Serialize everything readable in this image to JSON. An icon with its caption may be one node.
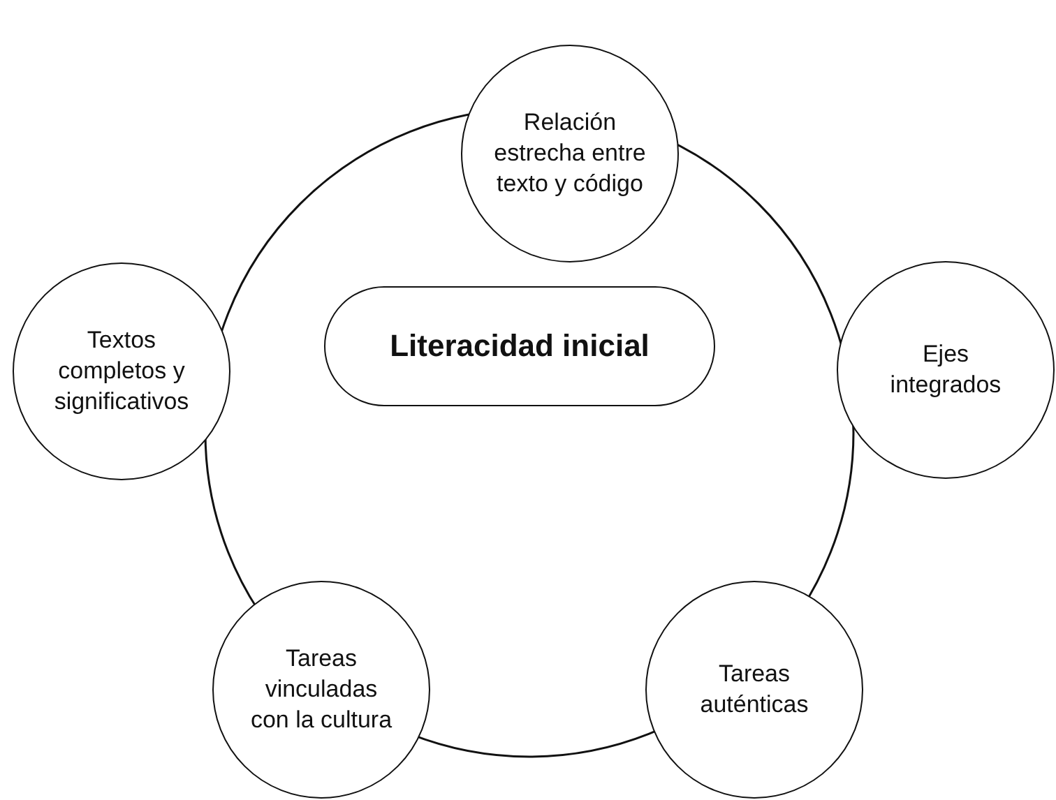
{
  "diagram": {
    "nodes": [
      {
        "text": [
          "Literacidad inicial"
        ]
      },
      {
        "text": [
          "Relación estrecha entre texto y código"
        ]
      },
      {
        "text": [
          "Ejes integrados"
        ]
      },
      {
        "text": [
          "Tareas auténticas"
        ]
      },
      {
        "text": [
          "Tareas vinculadas con la cultura"
        ]
      },
      {
        "text": [
          "Textos completos y significativos"
        ]
      }
    ]
  }
}
